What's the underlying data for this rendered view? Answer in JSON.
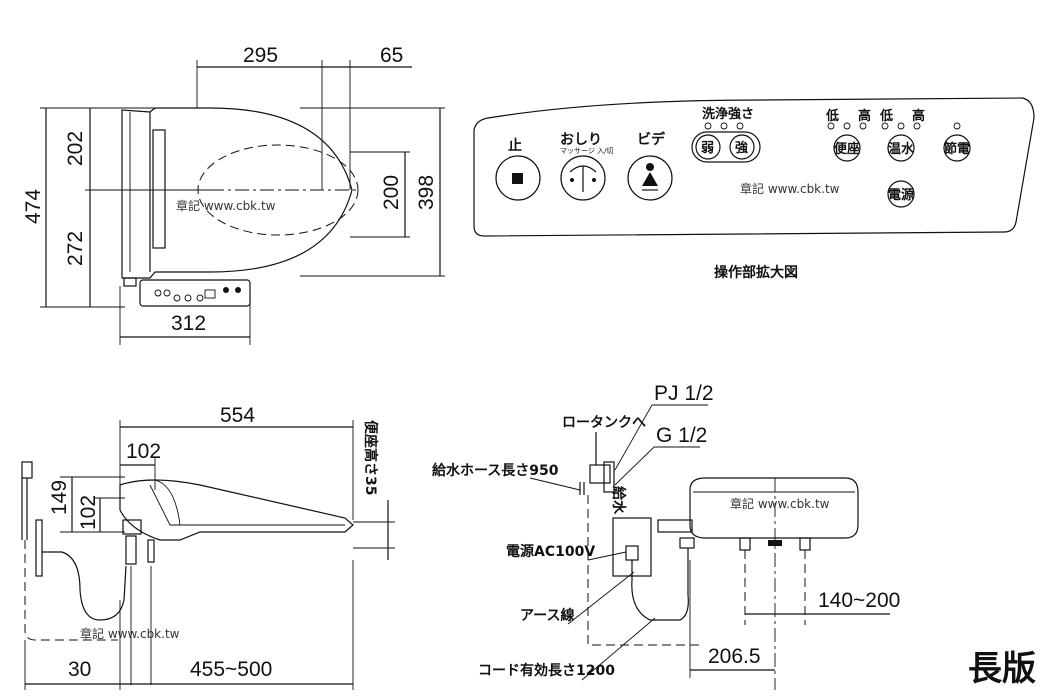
{
  "dimensions": {
    "top_width_295": "295",
    "top_width_65": "65",
    "height_474": "474",
    "height_202": "202",
    "height_272": "272",
    "height_200": "200",
    "height_398": "398",
    "width_312": "312",
    "side_length_554": "554",
    "side_102_horizontal": "102",
    "side_149": "149",
    "side_102_vertical": "102",
    "seat_height_note": "便座高さ35",
    "bottom_30": "30",
    "bottom_455_500": "455~500",
    "rear_140_200": "140~200",
    "rear_206_5": "206.5"
  },
  "panel": {
    "stop_label": "止",
    "oshiri_label": "おしり",
    "oshiri_sub": "マッサージ 入/切",
    "bidet_label": "ビデ",
    "wash_strength_label": "洗浄強さ",
    "weak_label": "弱",
    "strong_label": "強",
    "low_1": "低",
    "high_1": "高",
    "low_2": "低",
    "high_2": "高",
    "seat_btn": "便座",
    "water_temp_btn": "温水",
    "power_save_btn": "節電",
    "power_btn": "電源",
    "caption": "操作部拡大図"
  },
  "labels": {
    "pj": "PJ 1/2",
    "to_tank": "ロータンクへ",
    "g": "G 1/2",
    "supply_hose": "給水ホース長さ950",
    "supply_water": "給水",
    "power_ac": "電源AC100V",
    "earth_wire": "アース線",
    "cord_length": "コード有効長さ1200"
  },
  "watermarks": {
    "wm1": "章記 www.cbk.tw",
    "wm2": "章記 www.cbk.tw",
    "wm3": "章記 www.cbk.tw",
    "wm4": "章記 www.cbk.tw"
  },
  "badge": "長版"
}
